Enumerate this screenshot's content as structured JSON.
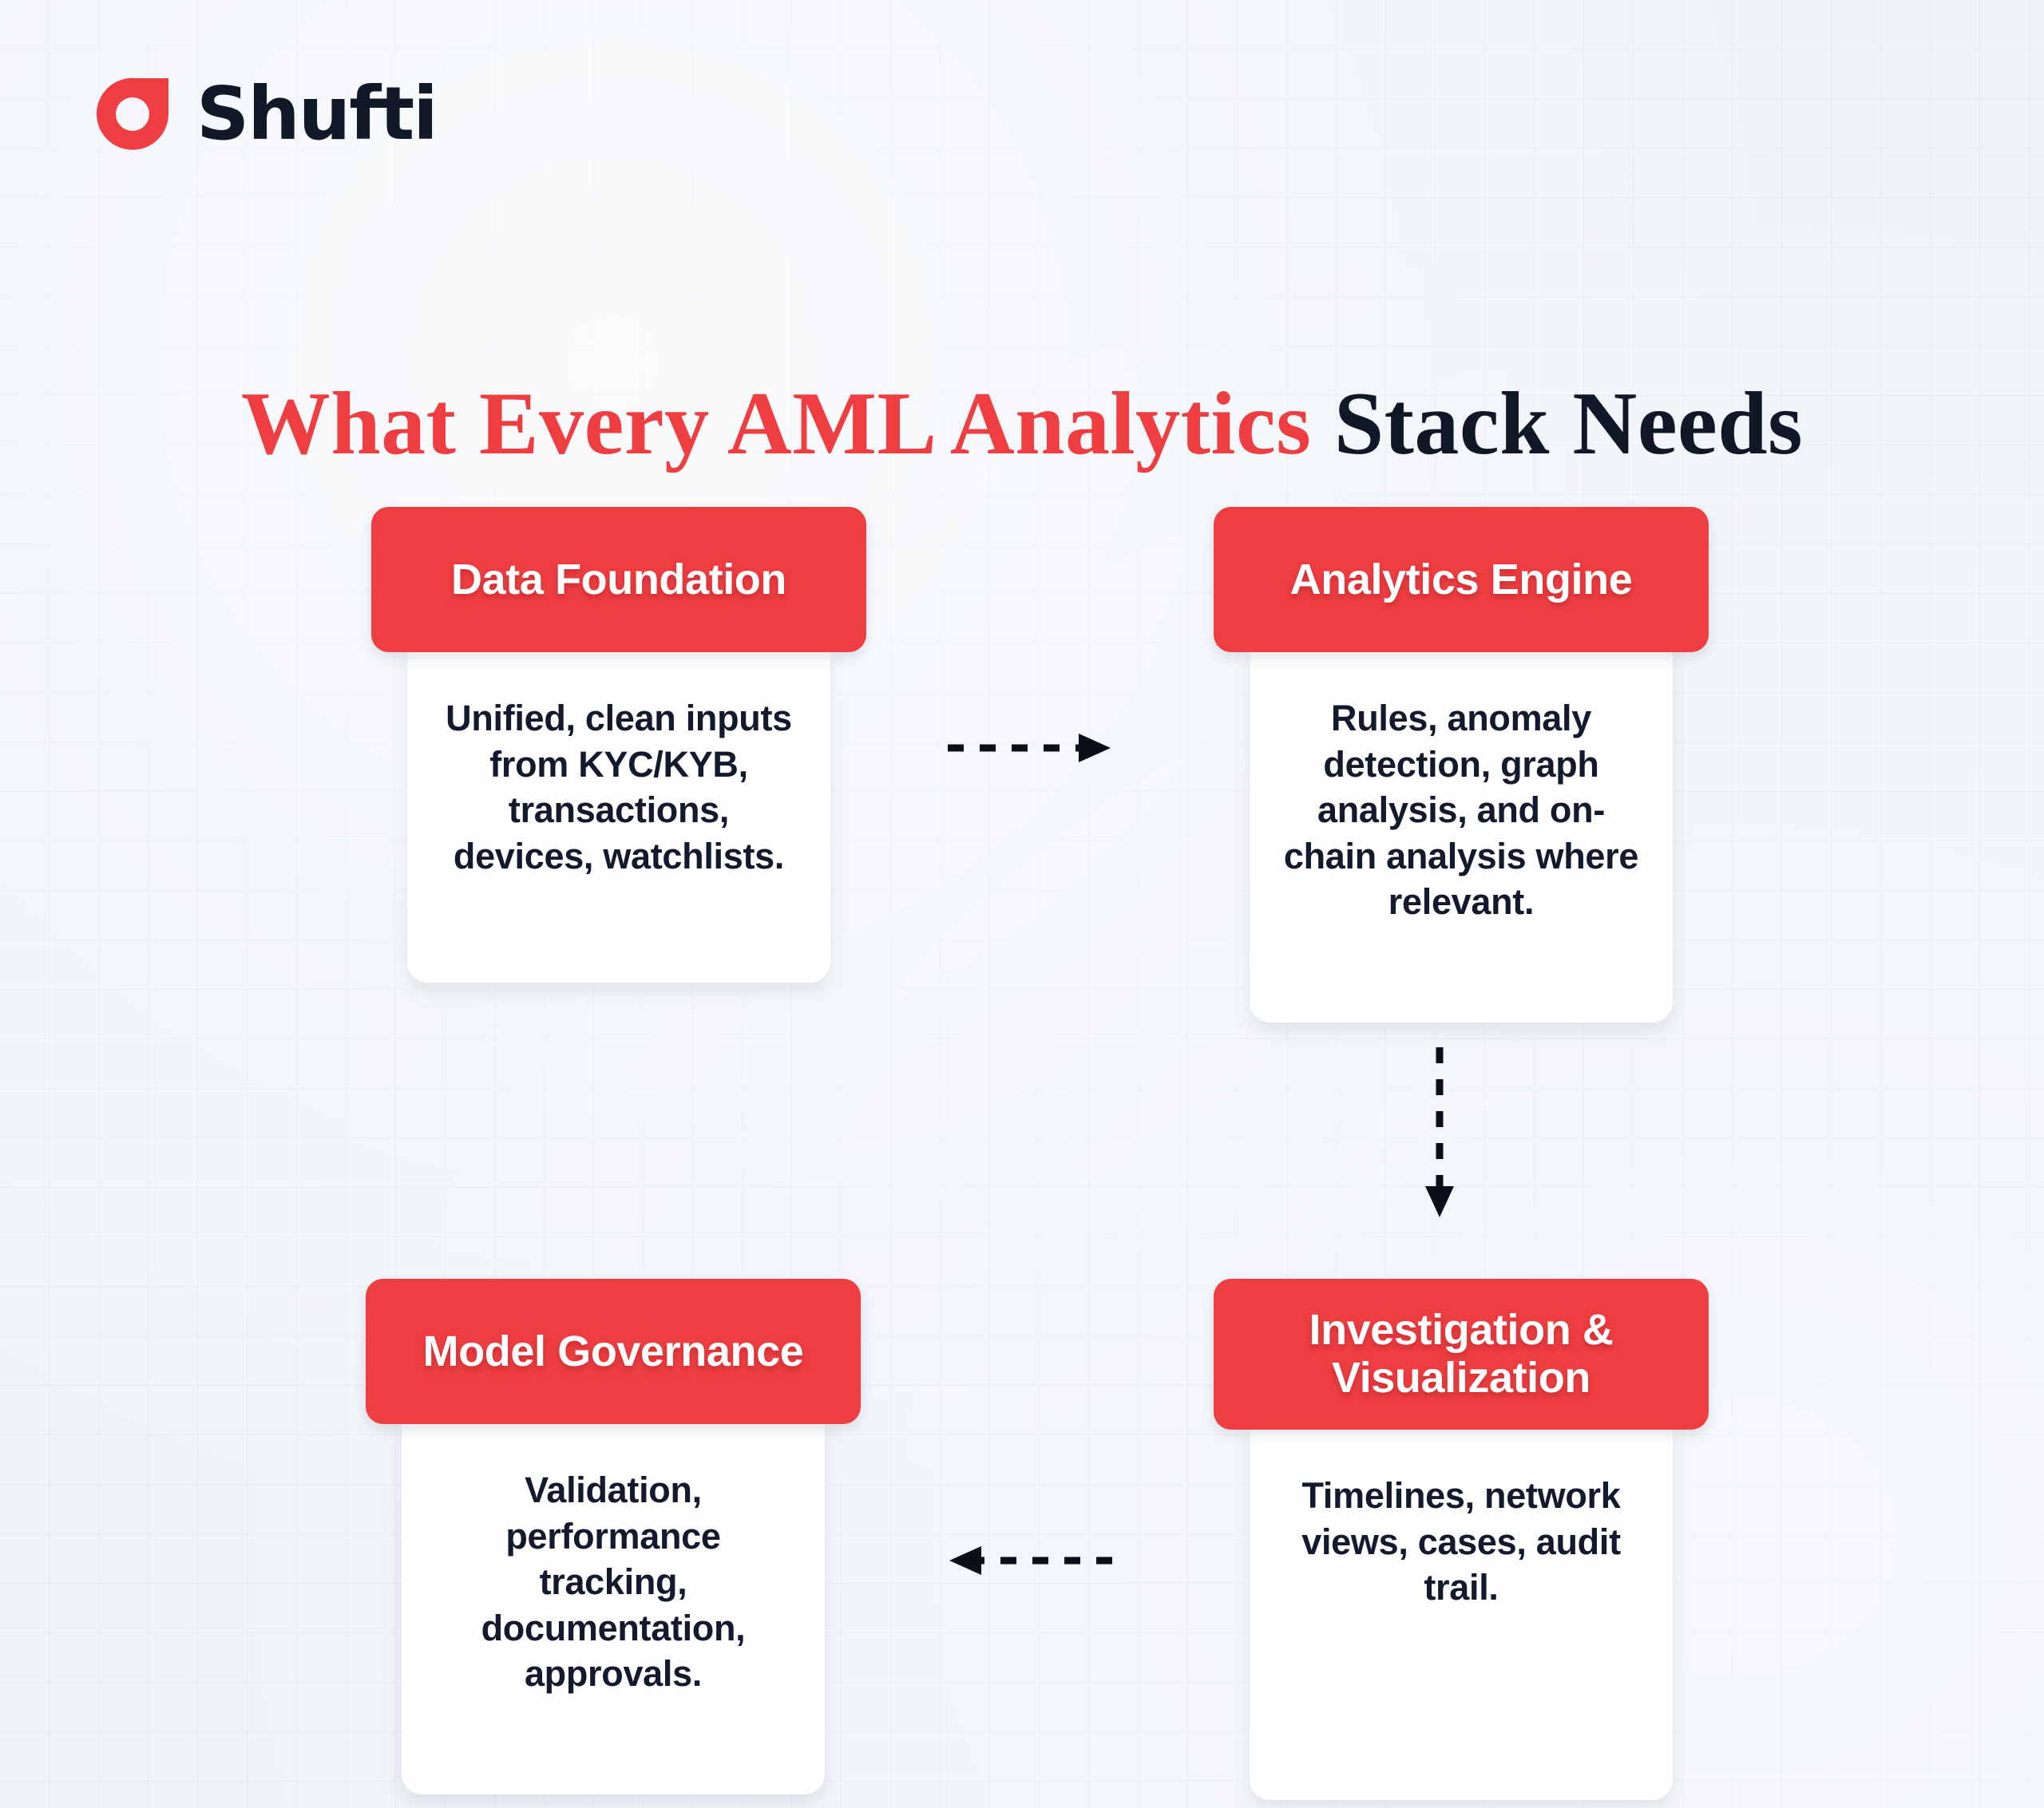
{
  "brand": {
    "name": "Shufti",
    "logo_icon": "shufti-ring-icon",
    "accent_color": "#ee3e42",
    "text_color": "#101828"
  },
  "background": {
    "color": "#eff3f8",
    "grid": true
  },
  "title": {
    "highlight": "What Every AML Analytics",
    "rest": " Stack Needs",
    "full": "What Every AML Analytics Stack Needs",
    "highlight_color": "#ef3e42",
    "rest_color": "#101828"
  },
  "cards": [
    {
      "id": "data-foundation",
      "header": "Data Foundation",
      "body": "Unified, clean inputs from KYC/KYB, transactions, devices, watchlists."
    },
    {
      "id": "analytics-engine",
      "header": "Analytics Engine",
      "body": "Rules, anomaly detection, graph analysis, and on-chain analysis where relevant."
    },
    {
      "id": "model-governance",
      "header": "Model Governance",
      "body": "Validation, performance tracking, documentation, approvals."
    },
    {
      "id": "investigation-visualization",
      "header": "Investigation & Visualization",
      "body": "Timelines, network views, cases, audit trail."
    }
  ],
  "connectors": [
    {
      "id": "data-foundation-to-analytics-engine",
      "direction": "right",
      "style": "dashed",
      "color": "#0b0f19"
    },
    {
      "id": "analytics-engine-to-investigation",
      "direction": "down",
      "style": "dashed",
      "color": "#0b0f19"
    },
    {
      "id": "investigation-to-model-governance",
      "direction": "left",
      "style": "dashed",
      "color": "#0b0f19"
    }
  ]
}
